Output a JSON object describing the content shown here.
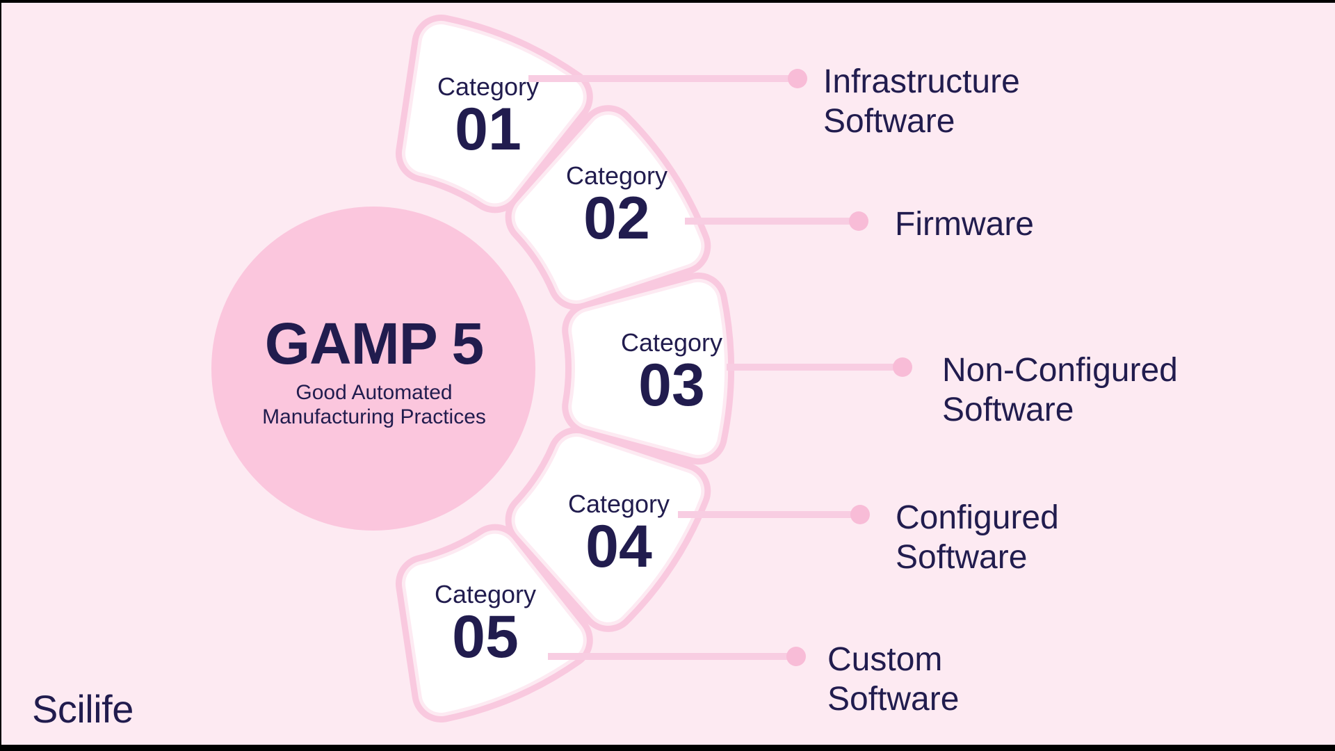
{
  "center": {
    "title": "GAMP 5",
    "subtitle": "Good Automated\nManufacturing Practices"
  },
  "petals": [
    {
      "category": "Category",
      "number": "01",
      "target": "Infrastructure\nSoftware"
    },
    {
      "category": "Category",
      "number": "02",
      "target": "Firmware"
    },
    {
      "category": "Category",
      "number": "03",
      "target": "Non-Configured\nSoftware"
    },
    {
      "category": "Category",
      "number": "04",
      "target": "Configured\nSoftware"
    },
    {
      "category": "Category",
      "number": "05",
      "target": "Custom\nSoftware"
    }
  ],
  "logo": "Scilife",
  "colors": {
    "background": "#fdeaf2",
    "circle": "#fbc6dd",
    "petal": "#ffffff",
    "ghost_ring": "#f9c9df",
    "connector_line": "#f8cde2",
    "connector_dot": "#f8bcd7",
    "text": "#211c4e"
  }
}
